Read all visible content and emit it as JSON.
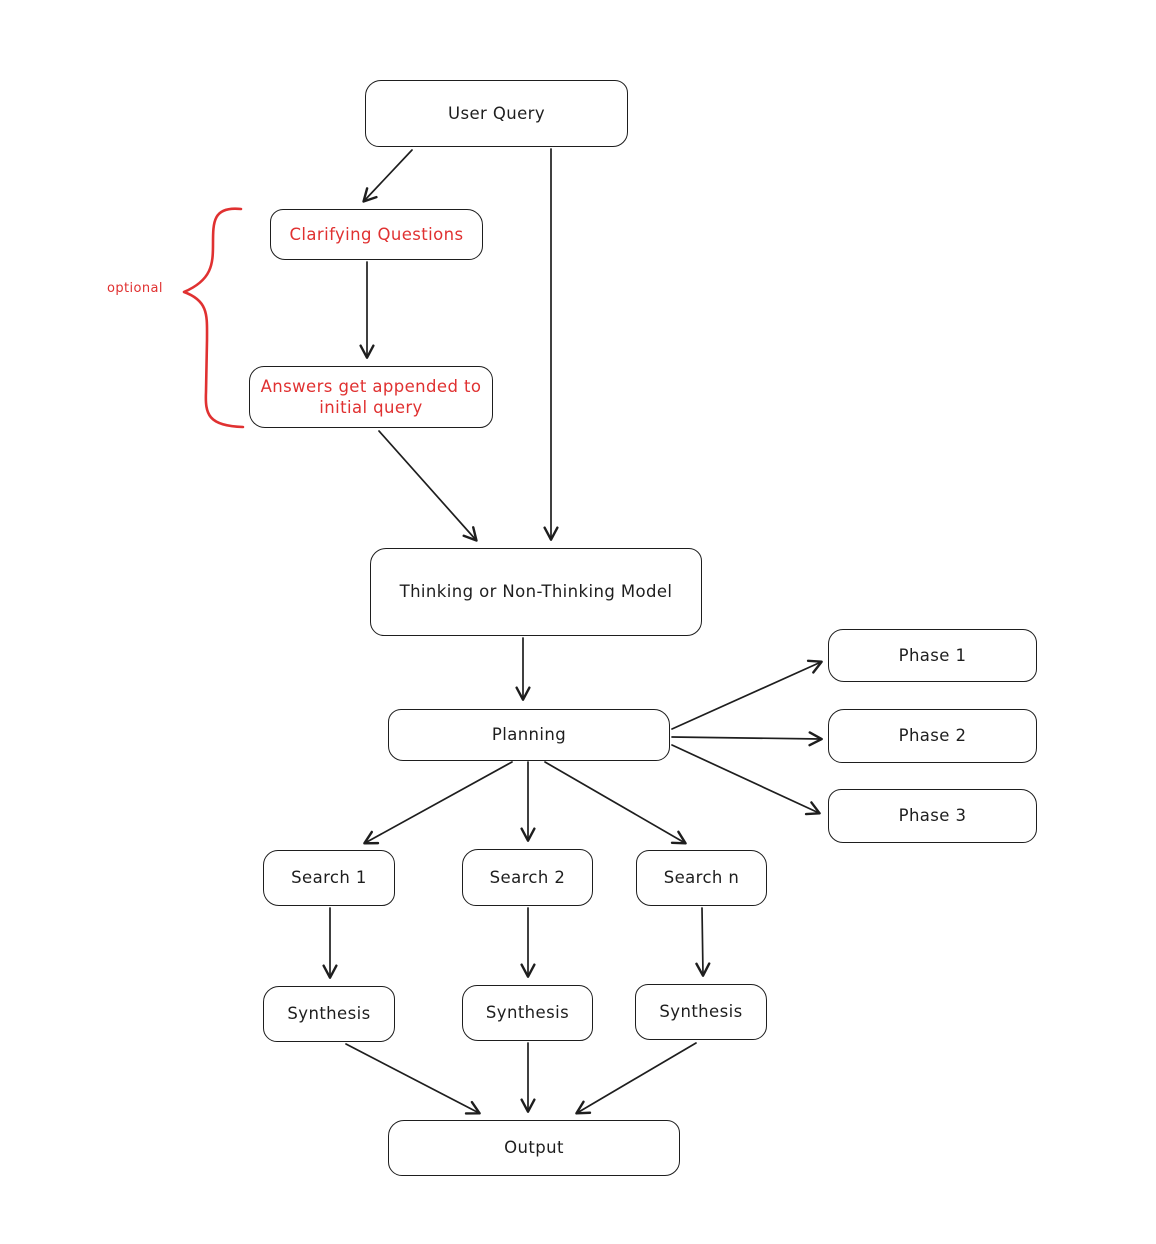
{
  "diagram": {
    "background_color": "#ffffff",
    "stroke_color": "#1e1e1e",
    "accent_color": "#e03131",
    "annotation": {
      "label": "optional"
    },
    "nodes": [
      {
        "id": "user-query",
        "label": "User Query",
        "text_color": "#1e1e1e"
      },
      {
        "id": "clarifying-questions",
        "label": "Clarifying Questions",
        "text_color": "#e03131"
      },
      {
        "id": "answers-appended",
        "label": "Answers get appended to initial query",
        "text_color": "#e03131"
      },
      {
        "id": "thinking-model",
        "label": "Thinking or Non-Thinking Model",
        "text_color": "#1e1e1e"
      },
      {
        "id": "planning",
        "label": "Planning",
        "text_color": "#1e1e1e"
      },
      {
        "id": "phase-1",
        "label": "Phase 1",
        "text_color": "#1e1e1e"
      },
      {
        "id": "phase-2",
        "label": "Phase 2",
        "text_color": "#1e1e1e"
      },
      {
        "id": "phase-3",
        "label": "Phase 3",
        "text_color": "#1e1e1e"
      },
      {
        "id": "search-1",
        "label": "Search 1",
        "text_color": "#1e1e1e"
      },
      {
        "id": "search-2",
        "label": "Search 2",
        "text_color": "#1e1e1e"
      },
      {
        "id": "search-n",
        "label": "Search n",
        "text_color": "#1e1e1e"
      },
      {
        "id": "synthesis-1",
        "label": "Synthesis",
        "text_color": "#1e1e1e"
      },
      {
        "id": "synthesis-2",
        "label": "Synthesis",
        "text_color": "#1e1e1e"
      },
      {
        "id": "synthesis-3",
        "label": "Synthesis",
        "text_color": "#1e1e1e"
      },
      {
        "id": "output",
        "label": "Output",
        "text_color": "#1e1e1e"
      }
    ],
    "edges": [
      {
        "from": "user-query",
        "to": "clarifying-questions"
      },
      {
        "from": "user-query",
        "to": "thinking-model"
      },
      {
        "from": "clarifying-questions",
        "to": "answers-appended"
      },
      {
        "from": "answers-appended",
        "to": "thinking-model"
      },
      {
        "from": "thinking-model",
        "to": "planning"
      },
      {
        "from": "planning",
        "to": "phase-1"
      },
      {
        "from": "planning",
        "to": "phase-2"
      },
      {
        "from": "planning",
        "to": "phase-3"
      },
      {
        "from": "planning",
        "to": "search-1"
      },
      {
        "from": "planning",
        "to": "search-2"
      },
      {
        "from": "planning",
        "to": "search-n"
      },
      {
        "from": "search-1",
        "to": "synthesis-1"
      },
      {
        "from": "search-2",
        "to": "synthesis-2"
      },
      {
        "from": "search-n",
        "to": "synthesis-3"
      },
      {
        "from": "synthesis-1",
        "to": "output"
      },
      {
        "from": "synthesis-2",
        "to": "output"
      },
      {
        "from": "synthesis-3",
        "to": "output"
      }
    ]
  }
}
